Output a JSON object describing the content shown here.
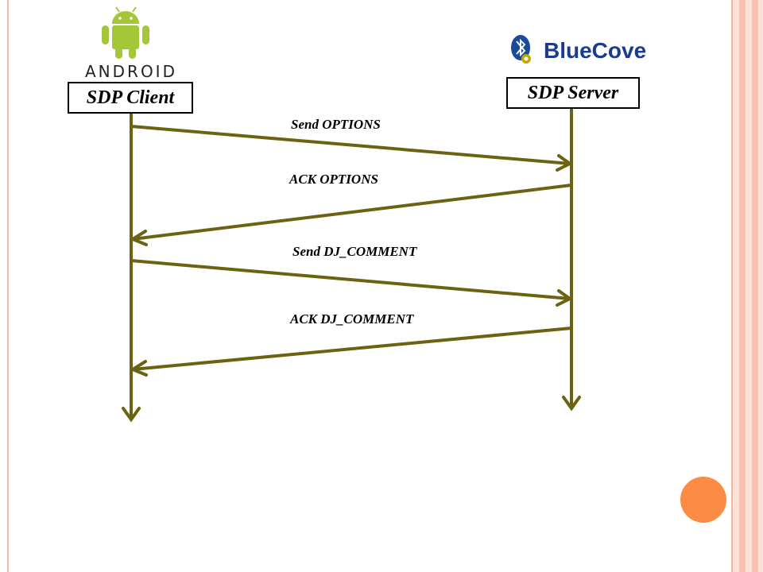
{
  "client": {
    "logo_text": "ANDROID",
    "label": "SDP Client"
  },
  "server": {
    "logo_text": "BlueCove",
    "label": "SDP Server"
  },
  "messages": [
    {
      "label": "Send OPTIONS",
      "direction": "client-to-server"
    },
    {
      "label": "ACK OPTIONS",
      "direction": "server-to-client"
    },
    {
      "label": "Send DJ_COMMENT",
      "direction": "client-to-server"
    },
    {
      "label": "ACK DJ_COMMENT",
      "direction": "server-to-client"
    }
  ],
  "colors": {
    "arrow": "#6b6212",
    "android_green": "#a4c639",
    "bluecove_blue": "#1a3c8c",
    "accent_orange": "#fb8b45",
    "border_pink": "#f2b8a6"
  }
}
